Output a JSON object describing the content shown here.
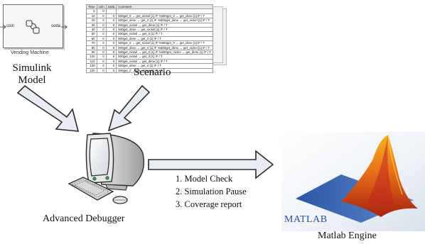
{
  "simulink": {
    "port_in": "coin",
    "port_out": "soda",
    "block_caption": "Vending Machine",
    "label_line1": "Simulink",
    "label_line2": "Model"
  },
  "scenario": {
    "label": "Scenario",
    "columns": [
      "Time",
      "coin",
      "soda",
      "Comment"
    ],
    "rows": [
      [
        "0",
        "0",
        "",
        ""
      ],
      [
        "10",
        "0",
        "0",
        "500get_0 → get_nickel [1] /F  %500get_0 → get_dime [1] /F / T"
      ],
      [
        "20",
        "0",
        "0",
        "500get_dime → get_0 [1] /F  %500get_dime → get_nickel [1] /F / T"
      ],
      [
        "30",
        "0",
        "0",
        "500get_nickel → get_dime [1] /F / T"
      ],
      [
        "40",
        "0",
        "0",
        "500get_dime → get_nickel [1] /F / T"
      ],
      [
        "50",
        "0",
        "0",
        "500get_nickel → get_0 [1] /F / T"
      ],
      [
        "60",
        "0",
        "0",
        "500get_dime → get_0 [1] /F / T"
      ],
      [
        "70",
        "0",
        "0",
        "500get_0 → get_nickel [1] /F  %500get_0 → get_dime [1] /F / T"
      ],
      [
        "80",
        "0",
        "0",
        "500get_dime → get_0 [1] /F  %500get_dime → get_nickel [1] /F / T"
      ],
      [
        "90",
        "0",
        "0",
        "500get_nickel → get_0 [1] /F  %500get_nickel → get_dime [1] /F / T"
      ],
      [
        "100",
        "0",
        "0",
        "500get_nickel → get_0 [1] /F / T"
      ],
      [
        "110",
        "0",
        "0",
        "500get_nickel → get_dime [1] /F / T"
      ],
      [
        "120",
        "0",
        "0",
        "500get_dime → get_0 [1] /F / T"
      ],
      [
        "130",
        "0",
        "0",
        "500get_0 → get_nickel [1] /F / T"
      ]
    ]
  },
  "debugger": {
    "label": "Advanced Debugger",
    "checks": [
      "1. Model Check",
      "2. Simulation Pause",
      "3. Coverage report"
    ]
  },
  "matlab": {
    "wordmark": "MATLAB",
    "label": "Matlab Engine"
  },
  "colors": {
    "arrow_fill": "#e9ecf3",
    "arrow_stroke": "#2b2b2b",
    "matlab_blue": "#2b4f99",
    "matlab_orange": "#e8701a",
    "matlab_red": "#c0281c"
  }
}
